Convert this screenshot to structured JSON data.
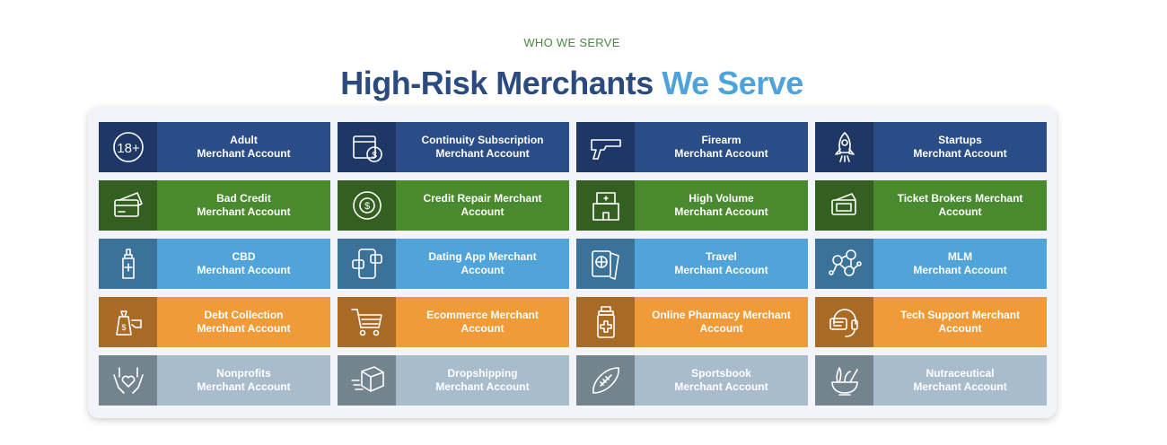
{
  "eyebrow": "WHO WE SERVE",
  "title": {
    "main": "High-Risk Merchants",
    "accent": "We Serve"
  },
  "row_colors": [
    {
      "main": "#2a4c87",
      "dark": "#1f3764"
    },
    {
      "main": "#4a8a2e",
      "dark": "#335f20"
    },
    {
      "main": "#51a4da",
      "dark": "#3a7299"
    },
    {
      "main": "#f09b38",
      "dark": "#a86a25"
    },
    {
      "main": "#a9bccb",
      "dark": "#74848f"
    }
  ],
  "tiles": [
    {
      "label": "Adult\nMerchant Account",
      "icon": "eighteen-plus-icon"
    },
    {
      "label": "Continuity Subscription\nMerchant Account",
      "icon": "calendar-dollar-icon"
    },
    {
      "label": "Firearm\nMerchant Account",
      "icon": "pistol-icon"
    },
    {
      "label": "Startups\nMerchant Account",
      "icon": "rocket-icon"
    },
    {
      "label": "Bad Credit\nMerchant Account",
      "icon": "credit-card-icon"
    },
    {
      "label": "Credit Repair Merchant\nAccount",
      "icon": "lifebuoy-dollar-icon"
    },
    {
      "label": "High Volume\nMerchant Account",
      "icon": "building-icon"
    },
    {
      "label": "Ticket Brokers Merchant\nAccount",
      "icon": "ticket-icon"
    },
    {
      "label": "CBD\nMerchant Account",
      "icon": "dropper-bottle-icon"
    },
    {
      "label": "Dating App Merchant\nAccount",
      "icon": "phone-chat-icon"
    },
    {
      "label": "Travel\nMerchant Account",
      "icon": "passport-icon"
    },
    {
      "label": "MLM\nMerchant Account",
      "icon": "network-people-icon"
    },
    {
      "label": "Debt Collection\nMerchant Account",
      "icon": "money-bag-hand-icon"
    },
    {
      "label": "Ecommerce Merchant\nAccount",
      "icon": "shopping-cart-icon"
    },
    {
      "label": "Online Pharmacy Merchant\nAccount",
      "icon": "medicine-bottle-icon"
    },
    {
      "label": "Tech Support Merchant\nAccount",
      "icon": "headset-icon"
    },
    {
      "label": "Nonprofits\nMerchant Account",
      "icon": "hands-heart-icon"
    },
    {
      "label": "Dropshipping\nMerchant Account",
      "icon": "box-delivery-icon"
    },
    {
      "label": "Sportsbook\nMerchant Account",
      "icon": "football-icon"
    },
    {
      "label": "Nutraceutical\nMerchant Account",
      "icon": "mortar-herbs-icon"
    }
  ]
}
